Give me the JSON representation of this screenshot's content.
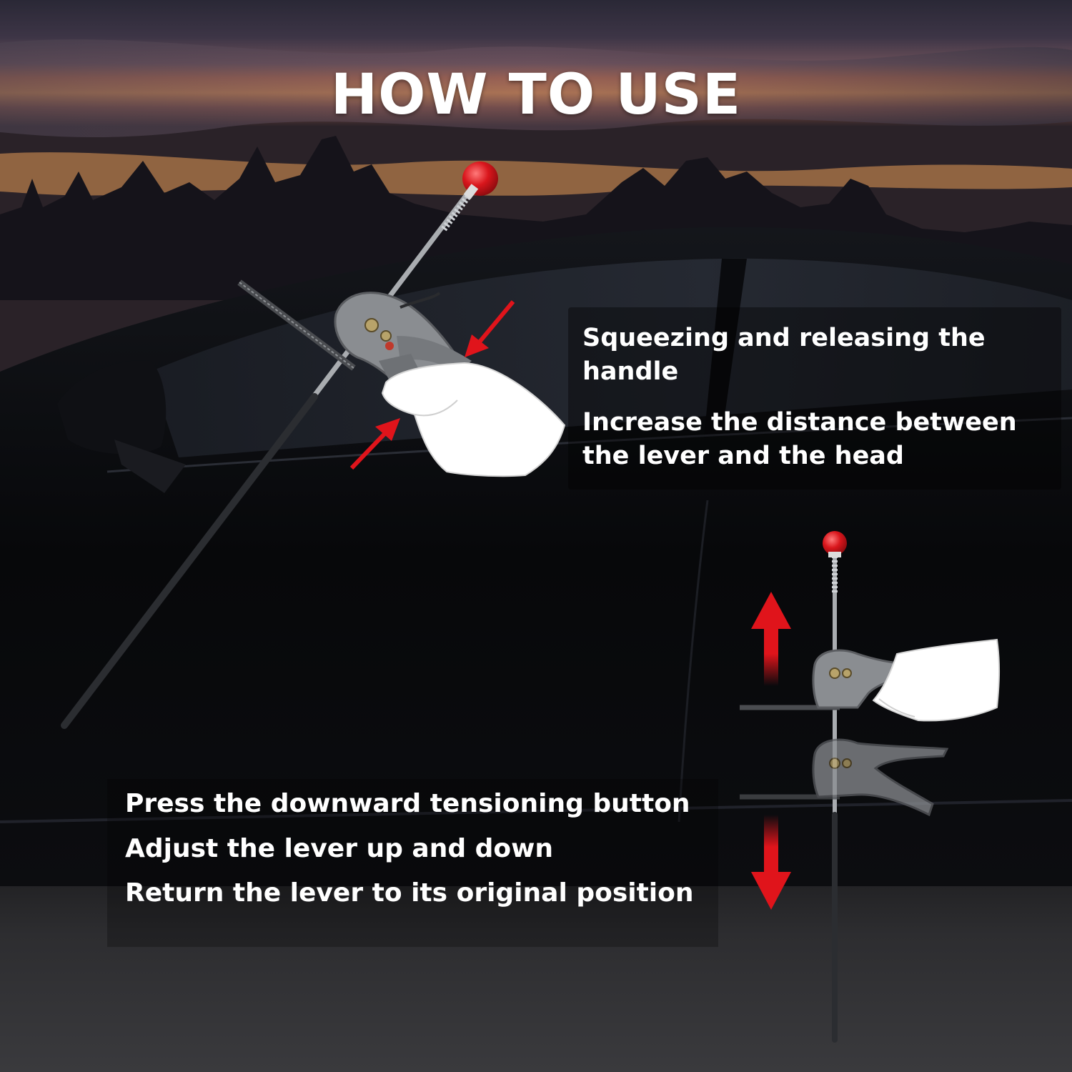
{
  "title": "HOW TO USE",
  "step_top": {
    "line1": "Squeezing and releasing the handle",
    "line2": "Increase the distance between the lever and the head"
  },
  "step_bottom": {
    "line1": "Press the downward tensioning button",
    "line2": "Adjust the lever up and down",
    "line3": "Return the lever to its original position"
  },
  "icons": [
    "red-arrow-icon",
    "hand-icon",
    "ball-knob-icon"
  ],
  "colors": {
    "accent_red": "#e0141b",
    "text": "#ffffff",
    "tool_gray": "#8a8d91",
    "knob_red": "#d9161c"
  }
}
